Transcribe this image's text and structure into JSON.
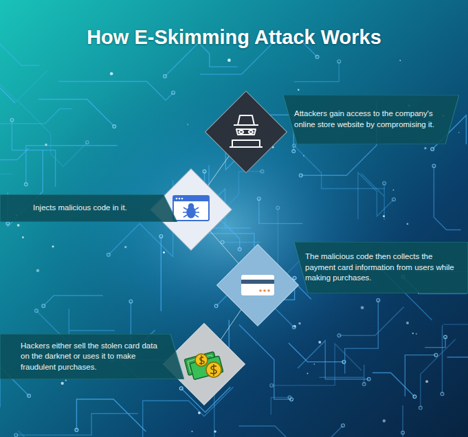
{
  "diagram": {
    "title": "How E-Skimming Attack Works",
    "nodes": [
      {
        "text": [
          "Attackers gain access to the company's online store website by compromising it."
        ]
      },
      {
        "text": [
          "Injects malicious code in it."
        ]
      },
      {
        "text": [
          "The malicious code then collects the payment card information from users while making purchases."
        ]
      },
      {
        "text": [
          "Hackers either sell the stolen card data on the darknet or uses it to make fraudulent purchases."
        ]
      }
    ]
  }
}
